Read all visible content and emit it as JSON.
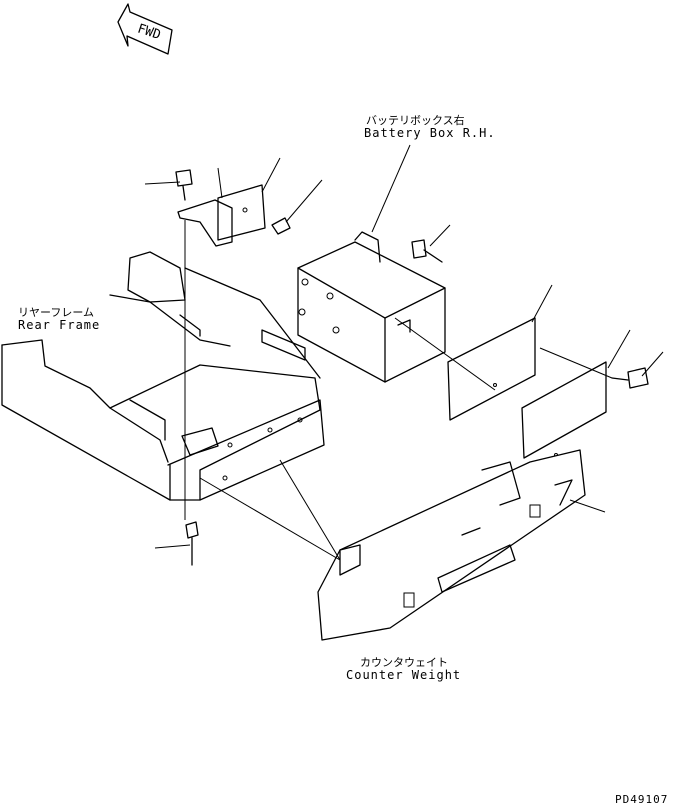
{
  "fwd_label": "FWD",
  "labels": {
    "battery_box_jp": "バッテリボックス右",
    "battery_box_en": "Battery Box R.H.",
    "rear_frame_jp": "リヤーフレーム",
    "rear_frame_en": "Rear Frame",
    "counter_weight_jp": "カウンタウェイト",
    "counter_weight_en": "Counter Weight"
  },
  "drawing_code": "PD49107"
}
